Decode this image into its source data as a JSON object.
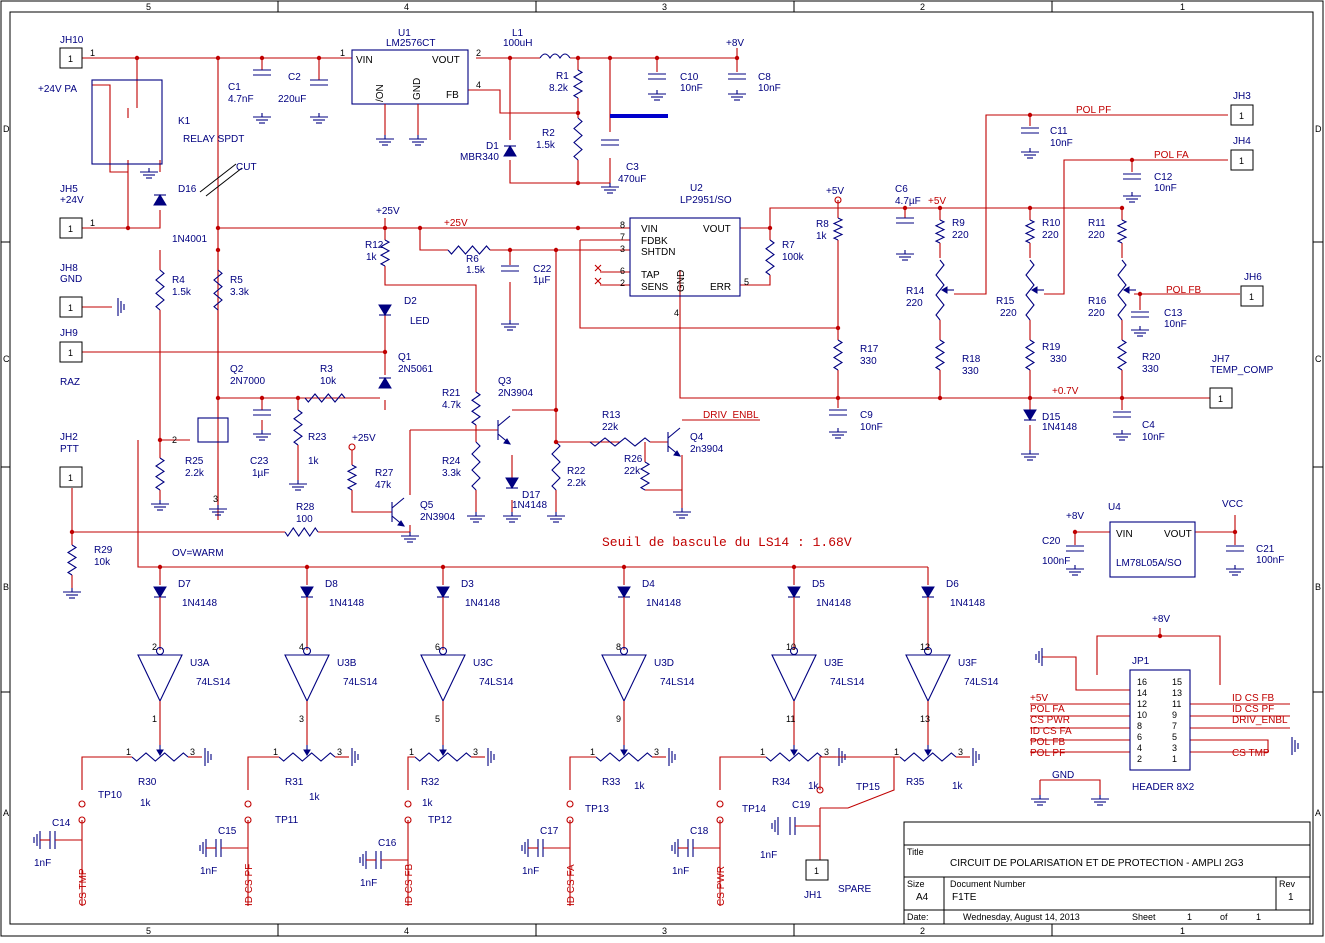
{
  "frame": {
    "top_cols": [
      "5",
      "4",
      "3",
      "2",
      "1"
    ],
    "bottom_cols": [
      "5",
      "4",
      "3",
      "2",
      "1"
    ],
    "left_rows": [
      "D",
      "C",
      "B",
      "A"
    ],
    "right_rows": [
      "D",
      "C",
      "B",
      "A"
    ]
  },
  "title_block": {
    "title_label": "Title",
    "title": "CIRCUIT DE POLARISATION ET DE PROTECTION - AMPLI 2G3",
    "size_label": "Size",
    "size": "A4",
    "docnum_label": "Document Number",
    "docnum": "F1TE",
    "rev_label": "Rev",
    "rev": "1",
    "date_label": "Date:",
    "date": "Wednesday, August 14, 2013",
    "sheet_label": "Sheet",
    "sheet": "1",
    "of_label": "of",
    "of": "1"
  },
  "annotation": "Seuil de bascule du LS14 : 1.68V",
  "connectors": [
    {
      "ref": "JH10",
      "pin": "1",
      "note": "+24V PA"
    },
    {
      "ref": "JH5",
      "pin": "1",
      "note": "+24V"
    },
    {
      "ref": "JH8",
      "pin": "1",
      "note": "GND"
    },
    {
      "ref": "JH9",
      "pin": "1",
      "note": "RAZ"
    },
    {
      "ref": "JH2",
      "pin": "1",
      "note": "PTT"
    },
    {
      "ref": "JH3",
      "pin": "1",
      "note": ""
    },
    {
      "ref": "JH4",
      "pin": "1",
      "note": ""
    },
    {
      "ref": "JH6",
      "pin": "1",
      "note": ""
    },
    {
      "ref": "JH7",
      "pin": "1",
      "note": "TEMP_COMP"
    },
    {
      "ref": "JH1",
      "pin": "1",
      "note": "SPARE"
    }
  ],
  "parts": {
    "U1": "U1",
    "U1v": "LM2576CT",
    "U1_vin": "VIN",
    "U1_vout": "VOUT",
    "U1_on": "/ON",
    "U1_gnd": "GND",
    "U1_fb": "FB",
    "L1": "L1",
    "L1v": "100uH",
    "C1": "C1",
    "C1v": "4.7nF",
    "C2": "C2",
    "C2v": "220uF",
    "R1": "R1",
    "R1v": "8.2k",
    "R2": "R2",
    "R2v": "1.5k",
    "D1": "D1",
    "D1v": "MBR340",
    "C3": "C3",
    "C3v": "470uF",
    "C10": "C10",
    "C10v": "10nF",
    "C8": "C8",
    "C8v": "10nF",
    "K1": "K1",
    "K1v": "RELAY SPDT",
    "D16": "D16",
    "D16v": "1N4001",
    "CUT": "CUT",
    "U2": "U2",
    "U2v": "LP2951/SO",
    "U2_vin": "VIN",
    "U2_fdbk": "FDBK",
    "U2_shtdn": "SHTDN",
    "U2_tap": "TAP",
    "U2_sens": "SENS",
    "U2_gnd": "GND",
    "U2_vout": "VOUT",
    "U2_err": "ERR",
    "R12": "R12",
    "R12v": "1k",
    "D2": "D2",
    "D2v": "LED",
    "R6": "R6",
    "R6v": "1.5k",
    "C22": "C22",
    "C22v": "1µF",
    "R4": "R4",
    "R4v": "1.5k",
    "R5": "R5",
    "R5v": "3.3k",
    "Q1": "Q1",
    "Q1v": "2N5061",
    "Q2": "Q2",
    "Q2v": "2N7000",
    "R3": "R3",
    "R3v": "10k",
    "C23": "C23",
    "C23v": "1µF",
    "R23": "R23",
    "R23v": "1k",
    "R25": "R25",
    "R25v": "2.2k",
    "R21": "R21",
    "R21v": "4.7k",
    "R24": "R24",
    "R24v": "3.3k",
    "Q3": "Q3",
    "Q3v": "2N3904",
    "D17": "D17",
    "D17v": "1N4148",
    "R22": "R22",
    "R22v": "2.2k",
    "R13": "R13",
    "R13v": "22k",
    "R26": "R26",
    "R26v": "22k",
    "Q4": "Q4",
    "Q4v": "2n3904",
    "R27": "R27",
    "R27v": "47k",
    "Q5": "Q5",
    "Q5v": "2N3904",
    "R28": "R28",
    "R28v": "100",
    "R29": "R29",
    "R29v": "10k",
    "R8": "R8",
    "R8v": "1k",
    "R7": "R7",
    "R7v": "100k",
    "C6": "C6",
    "C6v": "4.7µF",
    "R9": "R9",
    "R9v": "220",
    "R10": "R10",
    "R10v": "220",
    "R11": "R11",
    "R11v": "220",
    "R14": "R14",
    "R14v": "220",
    "R15": "R15",
    "R15v": "220",
    "R16": "R16",
    "R16v": "220",
    "R17": "R17",
    "R17v": "330",
    "R18": "R18",
    "R18v": "330",
    "R19": "R19",
    "R19v": "330",
    "R20": "R20",
    "R20v": "330",
    "C9": "C9",
    "C9v": "10nF",
    "C4": "C4",
    "C4v": "10nF",
    "D15": "D15",
    "D15v": "1N4148",
    "C11": "C11",
    "C11v": "10nF",
    "C12": "C12",
    "C12v": "10nF",
    "C13": "C13",
    "C13v": "10nF",
    "U4": "U4",
    "U4v": "LM78L05A/SO",
    "U4_vin": "VIN",
    "U4_vout": "VOUT",
    "C20": "C20",
    "C20v": "100nF",
    "C21": "C21",
    "C21v": "100nF",
    "JP1": "JP1",
    "JP1v": "HEADER 8X2"
  },
  "nets": {
    "p8v": "+8V",
    "p25v": "+25V",
    "p5v": "+5V",
    "p07v": "+0.7V",
    "vcc": "VCC",
    "gnd": "GND",
    "polpf": "POL PF",
    "polfa": "POL FA",
    "polfb": "POL FB",
    "driv": "DRIV_ENBL",
    "ov": "OV=WARM",
    "header_left": [
      "+5V",
      "POL FA",
      "CS PWR",
      "ID CS FA",
      "POL FB",
      "POL PF"
    ],
    "header_right": [
      "ID CS FB",
      "ID CS PF",
      "DRIV_ENBL",
      "",
      "",
      "CS TMP"
    ],
    "header_pins_left": [
      "16",
      "14",
      "12",
      "10",
      "8",
      "6",
      "4",
      "2"
    ],
    "header_pins_right": [
      "15",
      "13",
      "11",
      "9",
      "7",
      "5",
      "3",
      "1"
    ]
  },
  "channels": [
    {
      "d": "D7",
      "dv": "1N4148",
      "u": "U3A",
      "uv": "74LS14",
      "r": "R30",
      "rv": "1k",
      "tp": "TP10",
      "c": "C14",
      "cv": "1nF",
      "net": "CS TMP",
      "pin_in": "2",
      "pin_out": "1"
    },
    {
      "d": "D8",
      "dv": "1N4148",
      "u": "U3B",
      "uv": "74LS14",
      "r": "R31",
      "rv": "1k",
      "tp": "TP11",
      "c": "C15",
      "cv": "1nF",
      "net": "ID CS PF",
      "pin_in": "4",
      "pin_out": "3"
    },
    {
      "d": "D3",
      "dv": "1N4148",
      "u": "U3C",
      "uv": "74LS14",
      "r": "R32",
      "rv": "1k",
      "tp": "TP12",
      "c": "C16",
      "cv": "1nF",
      "net": "ID CS FB",
      "pin_in": "6",
      "pin_out": "5"
    },
    {
      "d": "D4",
      "dv": "1N4148",
      "u": "U3D",
      "uv": "74LS14",
      "r": "R33",
      "rv": "1k",
      "tp": "TP13",
      "c": "C17",
      "cv": "1nF",
      "net": "ID CS FA",
      "pin_in": "8",
      "pin_out": "9"
    },
    {
      "d": "D5",
      "dv": "1N4148",
      "u": "U3E",
      "uv": "74LS14",
      "r": "R34",
      "rv": "1k",
      "tp": "TP14",
      "c": "C18",
      "cv": "1nF",
      "net": "CS PWR",
      "pin_in": "10",
      "pin_out": "11"
    },
    {
      "d": "D6",
      "dv": "1N4148",
      "u": "U3F",
      "uv": "74LS14",
      "r": "R35",
      "rv": "1k",
      "tp": "TP15",
      "c": "C19",
      "cv": "1nF",
      "net": "",
      "pin_in": "12",
      "pin_out": "13"
    }
  ],
  "colors": {
    "wire": "#c00000",
    "part": "#000080",
    "frame": "#000000",
    "highlight": "#0000cc"
  }
}
